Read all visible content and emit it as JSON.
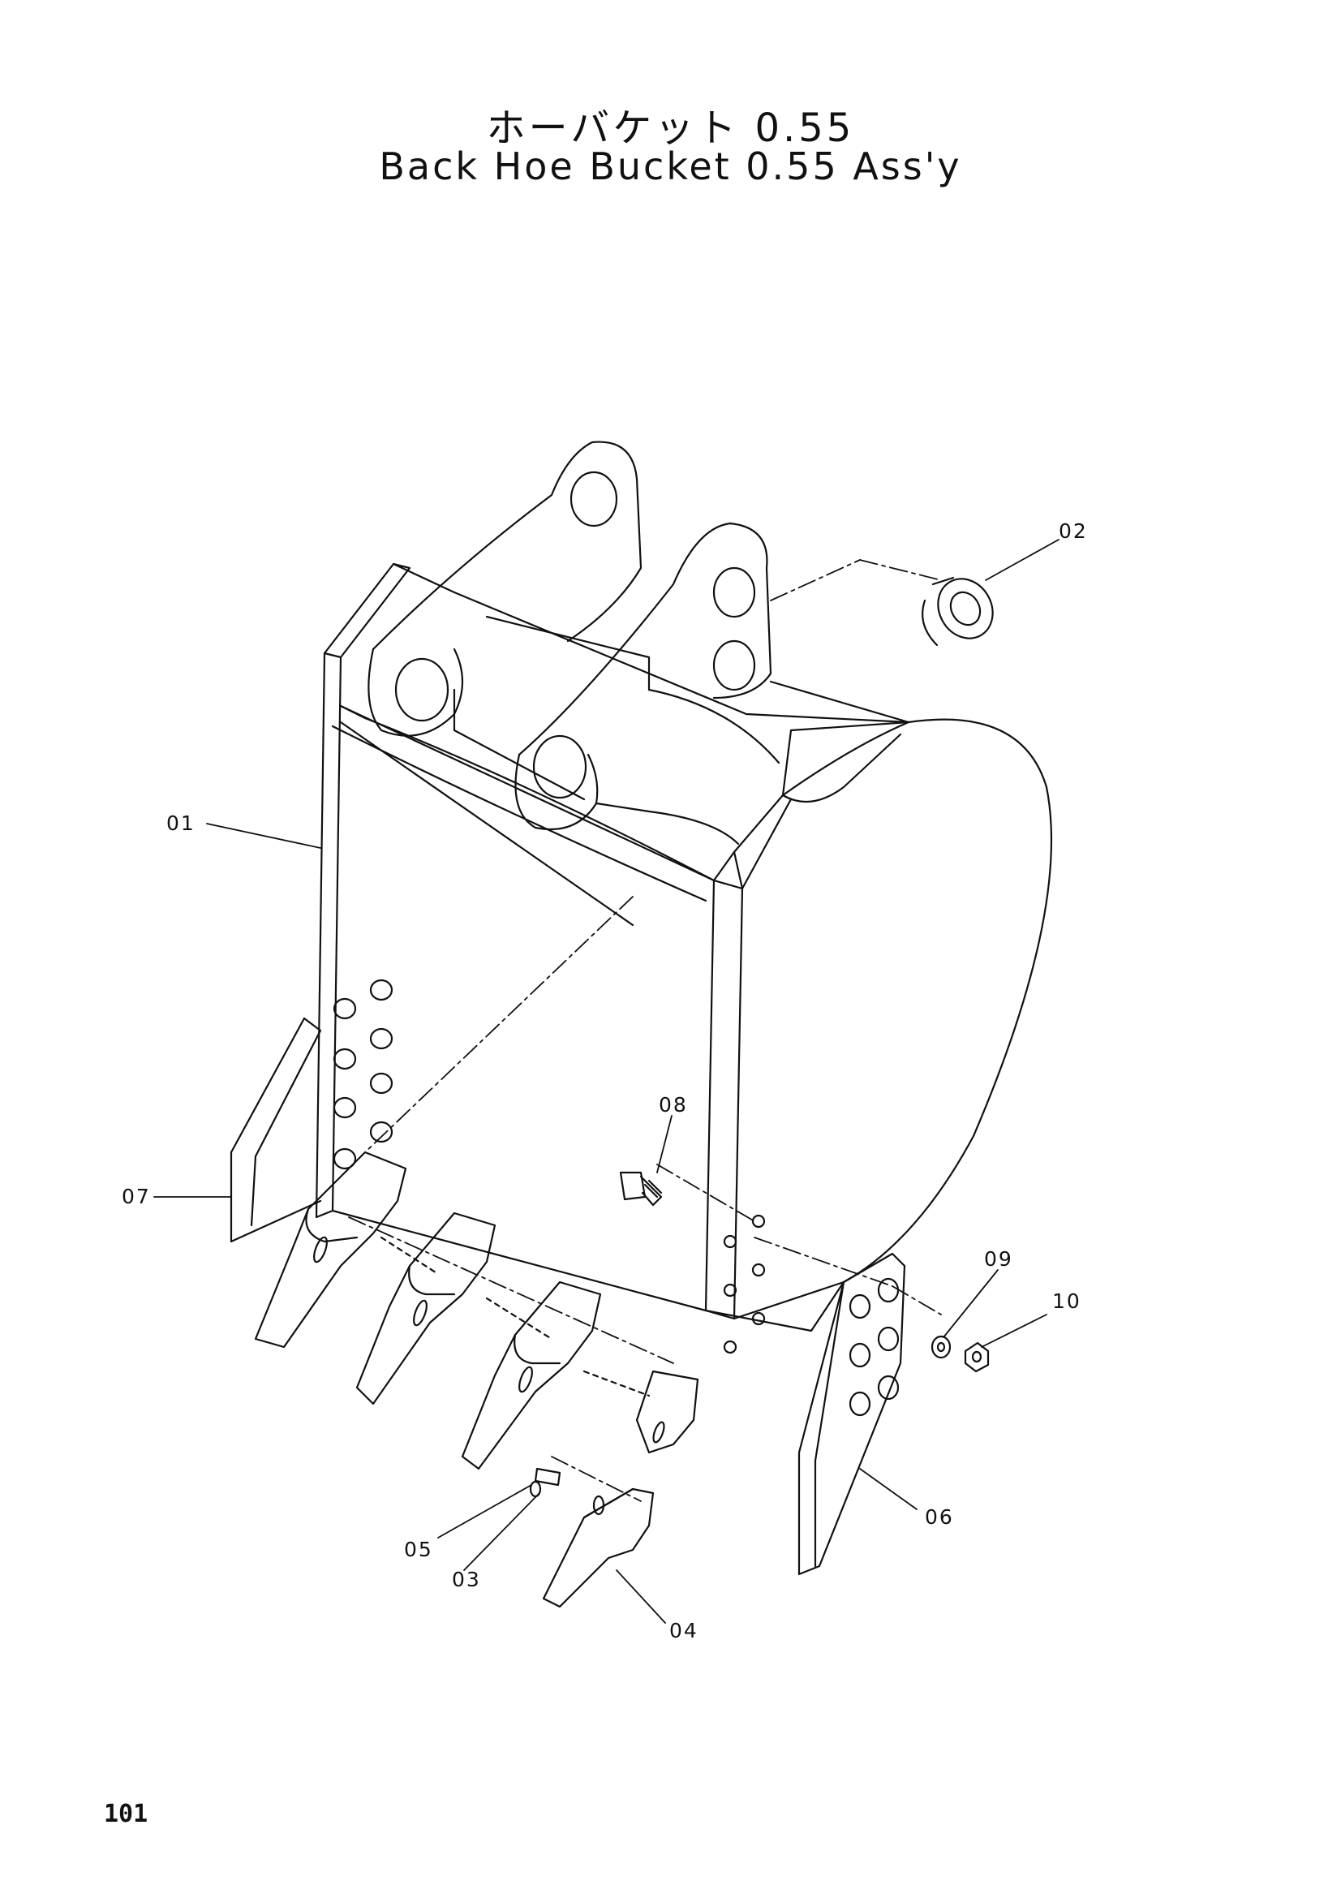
{
  "title_ja": "ホーバケット 0.55",
  "title_en": "Back Hoe Bucket  0.55 Ass'y",
  "page_number": "101",
  "callouts": {
    "c01": "01",
    "c02": "02",
    "c03": "03",
    "c04": "04",
    "c05": "05",
    "c06": "06",
    "c07": "07",
    "c08": "08",
    "c09": "09",
    "c10": "10"
  }
}
